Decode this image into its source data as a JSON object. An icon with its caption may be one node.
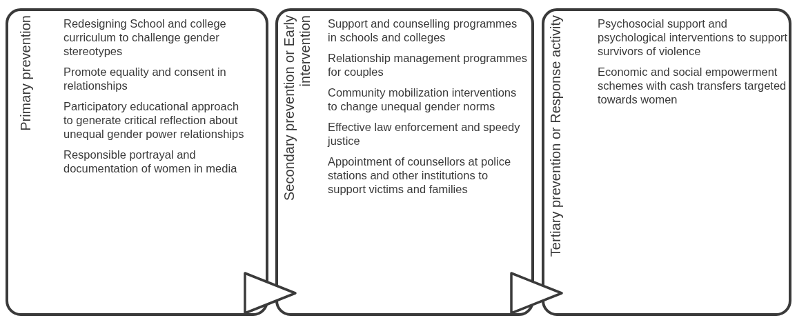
{
  "diagram": {
    "nodes": [
      {
        "text": [
          "Primary prevention",
          "Redesigning School and college curriculum to challenge gender stereotypes",
          "Promote equality and consent in relationships",
          "Participatory educational approach to generate critical reflection about unequal gender power relationships",
          "Responsible portrayal and documentation of women in media"
        ]
      },
      {
        "text": [
          "Secondary prevention or Early intervention",
          "Support and counselling programmes in schools and colleges",
          "Relationship management programmes for couples",
          "Community mobilization interventions to change unequal gender norms",
          "Effective law enforcement and speedy justice",
          "Appointment of counsellors at police stations and other institutions to support victims and families"
        ]
      },
      {
        "text": [
          "Tertiary prevention or Response activity",
          "Psychosocial support and psychological interventions to support survivors of violence",
          "Economic and social empowerment schemes with cash transfers targeted towards women"
        ]
      }
    ],
    "edges": [
      {
        "from": 0,
        "to": 1,
        "arrow": "to"
      },
      {
        "from": 1,
        "to": 2,
        "arrow": "to"
      }
    ]
  }
}
